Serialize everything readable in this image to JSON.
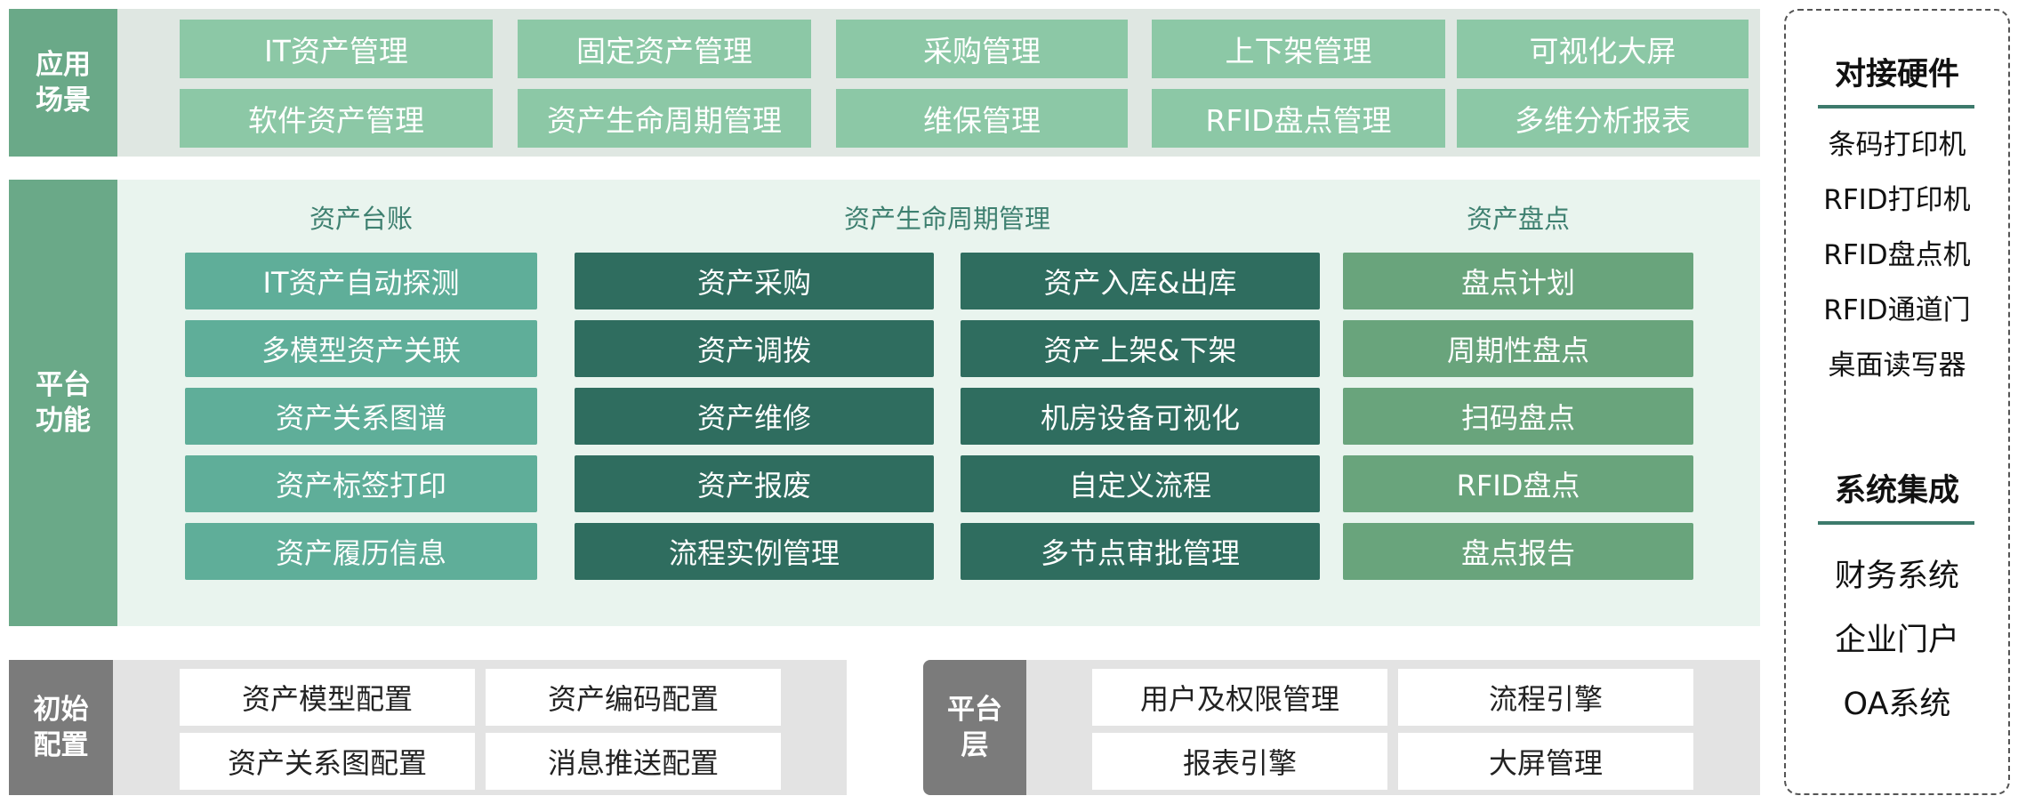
{
  "scenarios": {
    "label": "应用\n场景",
    "items": [
      "IT资产管理",
      "固定资产管理",
      "采购管理",
      "上下架管理",
      "可视化大屏",
      "软件资产管理",
      "资产生命周期管理",
      "维保管理",
      "RFID盘点管理",
      "多维分析报表"
    ]
  },
  "platform": {
    "label": "平台\n功能",
    "headings": [
      "资产台账",
      "资产生命周期管理",
      "资产盘点"
    ],
    "ledger": [
      "IT资产自动探测",
      "多模型资产关联",
      "资产关系图谱",
      "资产标签打印",
      "资产履历信息"
    ],
    "lifecycle_a": [
      "资产采购",
      "资产调拨",
      "资产维修",
      "资产报废",
      "流程实例管理"
    ],
    "lifecycle_b": [
      "资产入库&出库",
      "资产上架&下架",
      "机房设备可视化",
      "自定义流程",
      "多节点审批管理"
    ],
    "inventory": [
      "盘点计划",
      "周期性盘点",
      "扫码盘点",
      "RFID盘点",
      "盘点报告"
    ]
  },
  "init_config": {
    "label": "初始\n配置",
    "items": [
      "资产模型配置",
      "资产编码配置",
      "资产关系图配置",
      "消息推送配置"
    ]
  },
  "platform_layer": {
    "label": "平台\n层",
    "items": [
      "用户及权限管理",
      "流程引擎",
      "报表引擎",
      "大屏管理"
    ]
  },
  "hardware": {
    "title": "对接硬件",
    "items": [
      "条码打印机",
      "RFID打印机",
      "RFID盘点机",
      "RFID通道门",
      "桌面读写器"
    ]
  },
  "integration": {
    "title": "系统集成",
    "items": [
      "财务系统",
      "企业门户",
      "OA系统"
    ]
  },
  "colors": {
    "side_green": "#6aa988",
    "side_gray": "#7b7b7b",
    "scenario_cell": "#8cc8a6",
    "ledger_cell": "#5fae99",
    "lifecycle_cell": "#2f6d5f",
    "inventory_cell": "#69a47c"
  }
}
